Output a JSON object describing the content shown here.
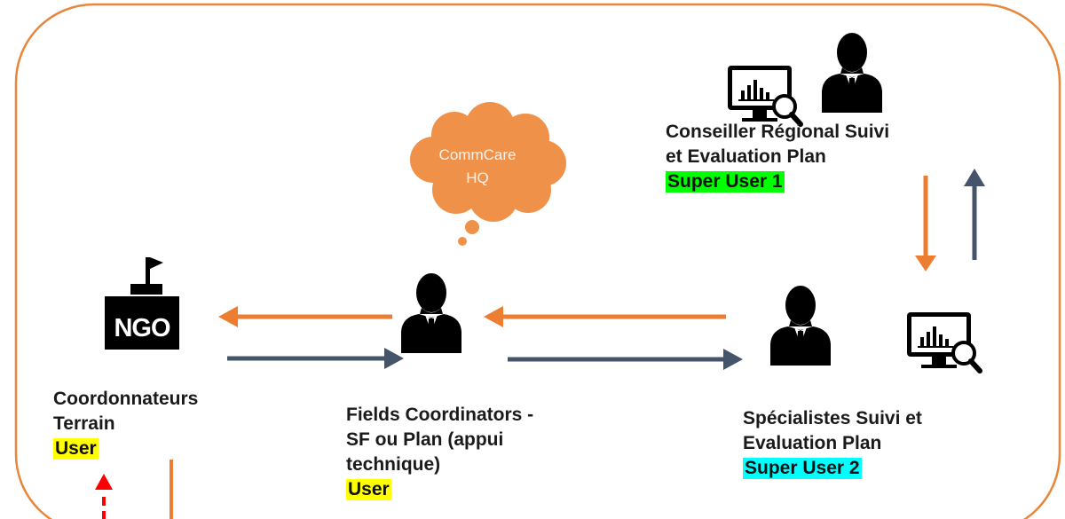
{
  "colors": {
    "frame": "#e8863a",
    "cloud": "#f0914a",
    "arrow_orange": "#ed7d31",
    "arrow_blue": "#44546a",
    "arrow_red": "#ff0000",
    "highlight_yellow": "#ffff00",
    "highlight_green": "#00ff00",
    "highlight_cyan": "#00ffff"
  },
  "cloud": {
    "line1": "CommCare",
    "line2": "HQ"
  },
  "ngo": {
    "text": "NGO"
  },
  "nodes": {
    "regional": {
      "lines": [
        "Conseiller Régional Suivi",
        "et Evaluation Plan"
      ],
      "badge": "Super User 1"
    },
    "specialists": {
      "lines": [
        "Spécialistes Suivi et",
        "Evaluation Plan"
      ],
      "badge": "Super User 2"
    },
    "fields": {
      "lines": [
        "Fields Coordinators -",
        "SF ou Plan (appui",
        "technique)"
      ],
      "badge": "User"
    },
    "terrain": {
      "lines": [
        "Coordonnateurs",
        "Terrain"
      ],
      "badge": "User"
    }
  },
  "icons": {
    "person": "person-silhouette-icon",
    "monitor": "monitor-chart-magnifier-icon",
    "ngo_building": "ngo-building-flag-icon",
    "cloud": "cloud-icon"
  }
}
